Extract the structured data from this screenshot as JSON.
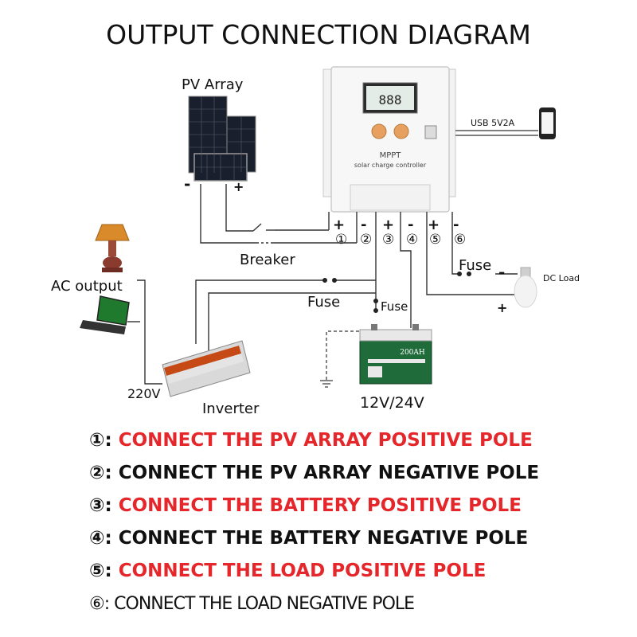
{
  "title": "OUTPUT CONNECTION DIAGRAM",
  "labels": {
    "pv_array": "PV Array",
    "usb": "USB  5V2A",
    "mppt": "MPPT",
    "controller": "solar charge controller",
    "breaker": "Breaker",
    "fuse_load": "Fuse",
    "dc_load": "DC Load",
    "ac_output": "AC output",
    "fuse_inverter": "Fuse",
    "fuse_battery": "Fuse",
    "battery_label": "200AH",
    "voltage": "12V/24V",
    "v220": "220V",
    "inverter": "Inverter",
    "lcd_value": "888",
    "pv_minus": "-",
    "pv_plus": "+"
  },
  "terminals": [
    {
      "num": "①",
      "sign": "+"
    },
    {
      "num": "②",
      "sign": "-"
    },
    {
      "num": "③",
      "sign": "+"
    },
    {
      "num": "④",
      "sign": "-"
    },
    {
      "num": "⑤",
      "sign": "+"
    },
    {
      "num": "⑥",
      "sign": "-"
    }
  ],
  "dc_load_minus": "-",
  "dc_load_plus": "+",
  "legend": [
    {
      "num": "①:",
      "text": "CONNECT THE PV ARRAY POSITIVE POLE",
      "color": "#e5262a"
    },
    {
      "num": "②:",
      "text": "CONNECT THE PV ARRAY NEGATIVE POLE",
      "color": "#111111"
    },
    {
      "num": "③:",
      "text": "CONNECT THE BATTERY POSITIVE POLE",
      "color": "#e5262a"
    },
    {
      "num": "④:",
      "text": "CONNECT THE BATTERY NEGATIVE POLE",
      "color": "#111111"
    },
    {
      "num": "⑤:",
      "text": "CONNECT THE LOAD POSITIVE POLE",
      "color": "#e5262a"
    },
    {
      "num": "⑥:",
      "text": "CONNECT THE LOAD NEGATIVE POLE",
      "color": "#111111"
    }
  ],
  "colors": {
    "accent_red": "#e5262a",
    "button_orange": "#e8a060",
    "battery_green": "#1f6b3a"
  }
}
